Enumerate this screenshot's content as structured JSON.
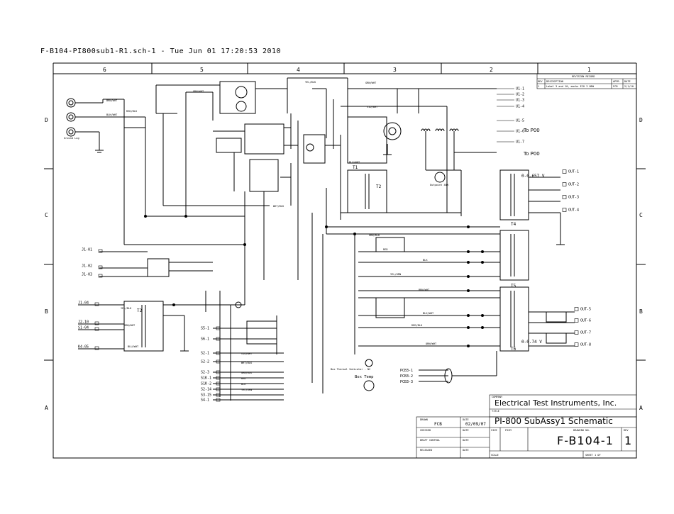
{
  "header": "F-B104-PI800sub1-R1.sch-1 - Tue Jun 01 17:20:53 2010",
  "zones": {
    "top": [
      "6",
      "5",
      "4",
      "3",
      "2",
      "1"
    ],
    "side": [
      "D",
      "C",
      "B",
      "A"
    ]
  },
  "title_block": {
    "company": "Electrical Test Instruments, Inc.",
    "title": "PI-800 SubAssy1 Schematic",
    "dwg_no": "F-B104-1",
    "rev": "1",
    "drawn": "FCB",
    "date": "02/09/07",
    "labels": {
      "drawn": "DRAWN",
      "checked": "CHECKED",
      "draft": "DRAFT CONTROL",
      "released": "RELEASED",
      "date": "DATE",
      "company_hdr": "COMPANY",
      "title_hdr": "TITLE",
      "fscm": "FSCM",
      "size": "SIZE",
      "dwg_hdr": "DRAWING NO.",
      "rev_hdr": "REV",
      "scale": "SCALE",
      "sheet": "SHEET 1 OF"
    }
  },
  "revisions": {
    "caption": "REVISION RECORD",
    "headers": [
      "REV",
      "DESCRIPTION",
      "APPR",
      "DATE"
    ],
    "row": [
      "1",
      "Label 3 and 10, marks ECO 3 NEW",
      "FCB",
      "2/1/10"
    ]
  },
  "labels": {
    "to_p00": "To P00",
    "v1": "0-0.657 V",
    "v2": "0-0.74 V",
    "box_temp": "Box Temp",
    "box_thermo": "Box Thermal Indicator - NC",
    "outpoint": "Outpoint 40W",
    "ground": "Ground Lug",
    "t1": "T1",
    "t2": "T2",
    "t4": "T4",
    "t5": "T5",
    "t6": "T6",
    "tz": "T2"
  },
  "wire_labels": [
    "BRN/WHT",
    "BLK/WHT",
    "RED/BLK",
    "ORN/WHT",
    "YEL/BLK",
    "GRN/WHT",
    "BLU/WHT",
    "VIO/WHT",
    "WHT/BLK",
    "GRN/BLK",
    "RED",
    "BLK",
    "YEL/ORN"
  ],
  "side_terminals": [
    "J1-01",
    "J1-02",
    "J1-03",
    "J1-04",
    "J2-10",
    "S1-04",
    "K4-05"
  ],
  "bottom_connectors": [
    "S2-1",
    "S2-2",
    "S2-3",
    "S1K-1",
    "S1K-2",
    "S2-14",
    "S3-15",
    "S4-1",
    "S5-1",
    "S6-1"
  ],
  "output_terminals": [
    "OUT-1",
    "OUT-2",
    "OUT-3",
    "OUT-4",
    "OUT-5",
    "OUT-6",
    "OUT-7",
    "OUT-8"
  ],
  "pcb_pins": [
    "PCB3-1",
    "PCB3-2",
    "PCB3-3"
  ],
  "right_terminals": [
    "U1-1",
    "U1-2",
    "U1-3",
    "U1-4",
    "U1-5",
    "U1-6",
    "U1-7"
  ]
}
